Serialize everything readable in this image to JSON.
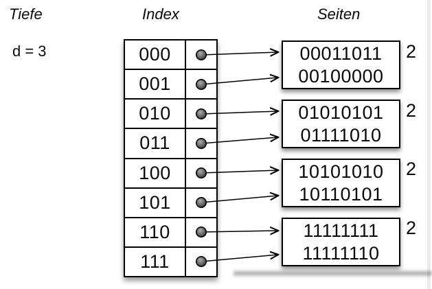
{
  "headings": {
    "tiefe": "Tiefe",
    "index": "Index",
    "seiten": "Seiten"
  },
  "depth_label": "d = 3",
  "index_entries": [
    "000",
    "001",
    "010",
    "011",
    "100",
    "101",
    "110",
    "111"
  ],
  "pages": [
    {
      "values": [
        "00011011",
        "00100000"
      ],
      "local_depth": "2"
    },
    {
      "values": [
        "01010101",
        "01111010"
      ],
      "local_depth": "2"
    },
    {
      "values": [
        "10101010",
        "10110101"
      ],
      "local_depth": "2"
    },
    {
      "values": [
        "11111111",
        "11111110"
      ],
      "local_depth": "2"
    }
  ],
  "connections": [
    {
      "from_index": "000",
      "to_page": 0
    },
    {
      "from_index": "001",
      "to_page": 0
    },
    {
      "from_index": "010",
      "to_page": 1
    },
    {
      "from_index": "011",
      "to_page": 1
    },
    {
      "from_index": "100",
      "to_page": 2
    },
    {
      "from_index": "101",
      "to_page": 2
    },
    {
      "from_index": "110",
      "to_page": 3
    },
    {
      "from_index": "111",
      "to_page": 3
    }
  ],
  "colors": {
    "background": "#ffffff",
    "border": "#000000",
    "text": "#0a0a0a",
    "pointer_dot_highlight": "#ababab",
    "pointer_dot_dark": "#2e2e2e",
    "right_edge_strip": "#ececec"
  }
}
